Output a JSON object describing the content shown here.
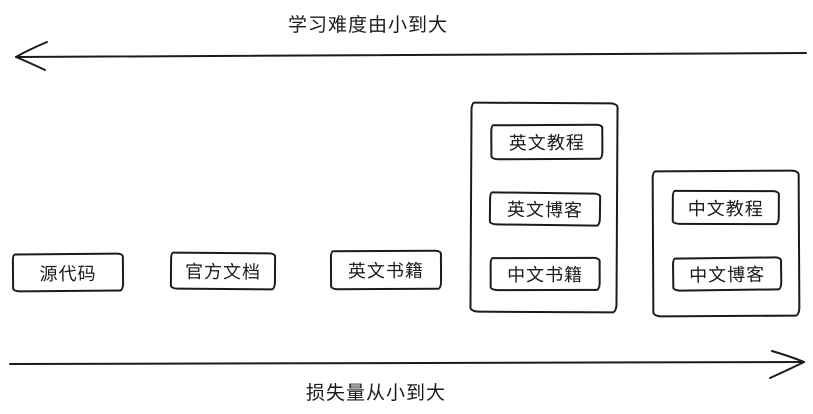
{
  "diagram": {
    "top_axis": {
      "label": "学习难度由小到大",
      "direction": "left"
    },
    "bottom_axis": {
      "label": "损失量从小到大",
      "direction": "right"
    },
    "nodes": [
      {
        "label": "源代码"
      },
      {
        "label": "官方文档"
      },
      {
        "label": "英文书籍"
      }
    ],
    "groups": [
      {
        "nodes": [
          {
            "label": "英文教程"
          },
          {
            "label": "英文博客"
          },
          {
            "label": "中文书籍"
          }
        ]
      },
      {
        "nodes": [
          {
            "label": "中文教程"
          },
          {
            "label": "中文博客"
          }
        ]
      }
    ],
    "colors": {
      "ink": "#1b1b1b",
      "background": "#ffffff"
    }
  }
}
